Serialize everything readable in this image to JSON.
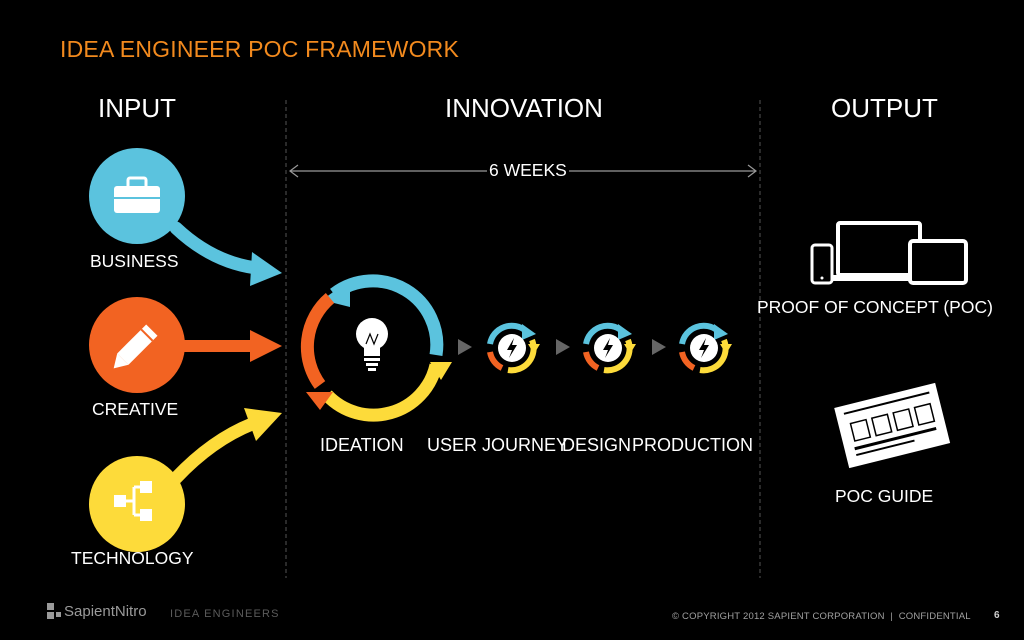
{
  "title": "IDEA ENGINEER POC FRAMEWORK",
  "columns": {
    "input": "INPUT",
    "innovation": "INNOVATION",
    "output": "OUTPUT"
  },
  "duration": "6 WEEKS",
  "inputs": [
    {
      "label": "BUSINESS",
      "icon": "briefcase-icon",
      "color": "#5bc3de"
    },
    {
      "label": "CREATIVE",
      "icon": "pencil-icon",
      "color": "#f26322"
    },
    {
      "label": "TECHNOLOGY",
      "icon": "network-icon",
      "color": "#fddb3a"
    }
  ],
  "stages": [
    "IDEATION",
    "USER JOURNEY",
    "DESIGN",
    "PRODUCTION"
  ],
  "outputs": [
    {
      "label": "PROOF OF CONCEPT (POC)",
      "icon": "devices-icon"
    },
    {
      "label": "POC GUIDE",
      "icon": "document-icon"
    }
  ],
  "footer": {
    "brand": "SapientNitro",
    "sub": "IDEA ENGINEERS",
    "copyright": "© COPYRIGHT 2012 SAPIENT CORPORATION  |  CONFIDENTIAL",
    "page": "6"
  },
  "colors": {
    "title": "#f28a1e",
    "blue": "#5bc3de",
    "orange": "#f26322",
    "yellow": "#fddb3a"
  }
}
